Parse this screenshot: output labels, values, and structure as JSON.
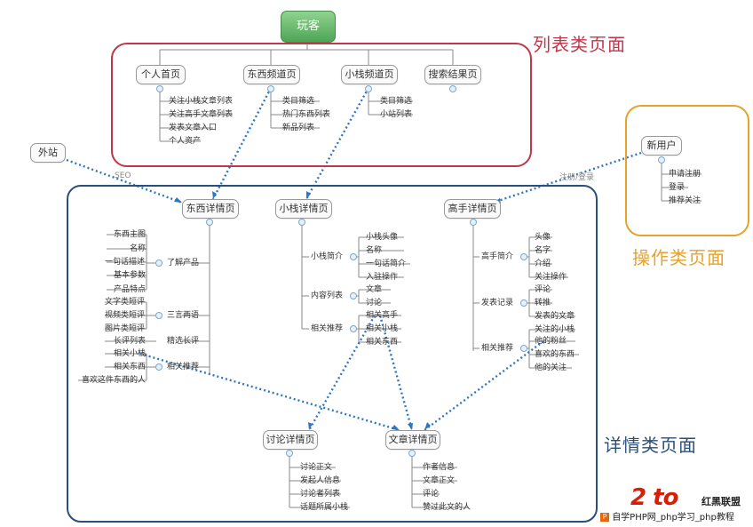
{
  "regions": {
    "list": "列表类页面",
    "action": "操作类页面",
    "detail": "详情类页面"
  },
  "colors": {
    "list": "#c0364a",
    "action": "#e6a22b",
    "detail": "#2a4f7a",
    "root": "#5aab5e",
    "flow": "#2e77c0"
  },
  "root": "玩客",
  "list_pages": [
    {
      "label": "个人首页",
      "children": [
        "关注小栈文章列表",
        "关注高手文章列表",
        "发表文章入口",
        "个人资产"
      ]
    },
    {
      "label": "东西频道页",
      "children": [
        "类目筛选",
        "热门东西列表",
        "新品列表"
      ]
    },
    {
      "label": "小栈频道页",
      "children": [
        "类目筛选",
        "小站列表"
      ]
    },
    {
      "label": "搜索结果页",
      "children": []
    }
  ],
  "external": {
    "label": "外站",
    "edge": "SEO"
  },
  "action": {
    "label": "新用户",
    "edge": "注册/登录",
    "children": [
      "申请注册",
      "登录",
      "推荐关注"
    ]
  },
  "thing_detail": {
    "label": "东西详情页",
    "groups": [
      {
        "label": "了解产品",
        "children": [
          "东西主图",
          "名称",
          "一句话描述",
          "基本参数",
          "产品特点"
        ]
      },
      {
        "label": "三言两语",
        "children": [
          "文字类短评",
          "视频类短评",
          "图片类短评"
        ]
      },
      {
        "label": "精选长评",
        "children": [
          "长评列表"
        ]
      },
      {
        "label": "相关推荐",
        "children": [
          "相关小栈",
          "相关东西",
          "喜欢这件东西的人"
        ]
      }
    ]
  },
  "stall_detail": {
    "label": "小栈详情页",
    "groups": [
      {
        "label": "小栈简介",
        "children": [
          "小栈头像",
          "名称",
          "一句话简介",
          "入驻操作"
        ]
      },
      {
        "label": "内容列表",
        "children": [
          "文章",
          "讨论"
        ]
      },
      {
        "label": "相关推荐",
        "children": [
          "相关高手",
          "相关小栈",
          "相关东西"
        ]
      }
    ]
  },
  "expert_detail": {
    "label": "高手详情页",
    "groups": [
      {
        "label": "高手简介",
        "children": [
          "头像",
          "名字",
          "介绍",
          "关注操作"
        ]
      },
      {
        "label": "发表记录",
        "children": [
          "评论",
          "转推",
          "发表的文章"
        ]
      },
      {
        "label": "相关推荐",
        "children": [
          "关注的小栈",
          "他的粉丝",
          "喜欢的东西",
          "他的关注"
        ]
      }
    ]
  },
  "discussion_detail": {
    "label": "讨论详情页",
    "children": [
      "讨论正文",
      "发起人信息",
      "讨论者列表",
      "话题所属小栈"
    ]
  },
  "article_detail": {
    "label": "文章详情页",
    "children": [
      "作者信息",
      "文章正文",
      "评论",
      "赞过此文的人"
    ]
  },
  "watermark": {
    "brand": "红黑联盟",
    "footer": "自学PHP网_php学习_php教程"
  }
}
